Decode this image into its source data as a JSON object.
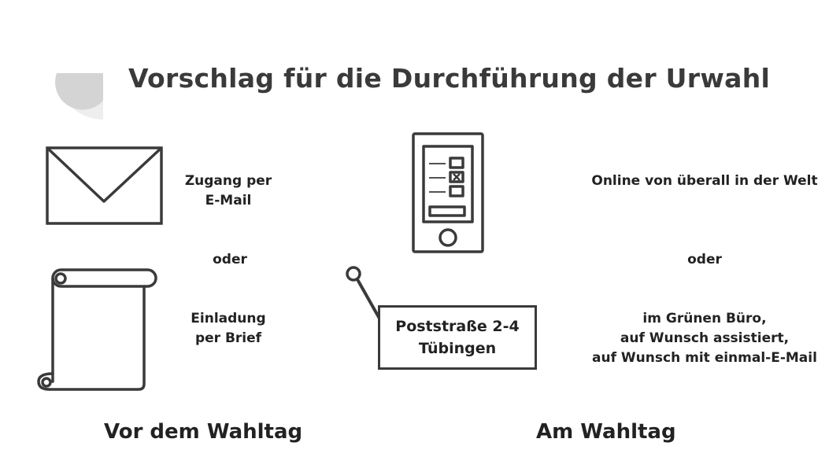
{
  "slide": {
    "title": "Vorschlag für die Durchführung der Urwahl"
  },
  "before_day": {
    "email_label": "Zugang per\nE-Mail",
    "or_label": "oder",
    "letter_label": "Einladung\nper Brief",
    "heading": "Vor dem Wahltag"
  },
  "election_day": {
    "online_label": "Online von überall in der Welt",
    "or_label": "oder",
    "office_label": "im Grünen Büro,\nauf Wunsch assistiert,\nauf Wunsch mit einmal-E-Mail",
    "sign_text": "Poststraße 2-4\nTübingen",
    "heading": "Am Wahltag"
  },
  "icons": {
    "corner": "quarter-circle-decoration-icon",
    "envelope": "envelope-icon",
    "scroll": "letter-scroll-icon",
    "phone": "smartphone-ballot-icon",
    "sign": "location-sign-icon"
  },
  "colors": {
    "icon_stroke": "#3a3a3a",
    "title": "#3a3a3a",
    "decoration_light": "#eeeeee",
    "decoration_dark": "#d4d4d4"
  }
}
